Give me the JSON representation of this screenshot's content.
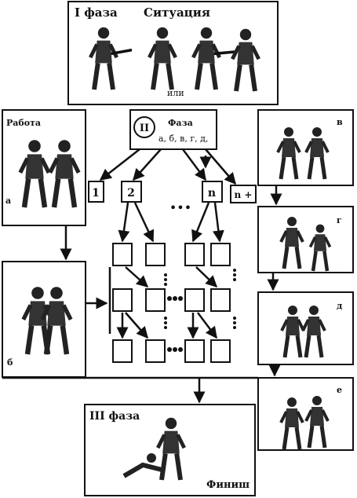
{
  "phase1": {
    "title": "I фаза",
    "subtitle": "Ситуация",
    "or_label": "или"
  },
  "phase2": {
    "roman": "II",
    "title": "Фаза",
    "letters": "а, б, в, г, д,"
  },
  "work_label": "Работа",
  "panel_letters": {
    "a": "а",
    "b": "б",
    "v": "в",
    "g": "г",
    "d": "д",
    "e": "е"
  },
  "steps": {
    "s1": "1",
    "s2": "2",
    "sn": "n",
    "snplus": "n +"
  },
  "dots": "•••",
  "phase3": {
    "title": "III фаза",
    "finish": "Финиш"
  },
  "colors": {
    "ink": "#111111",
    "paper": "#ffffff"
  }
}
